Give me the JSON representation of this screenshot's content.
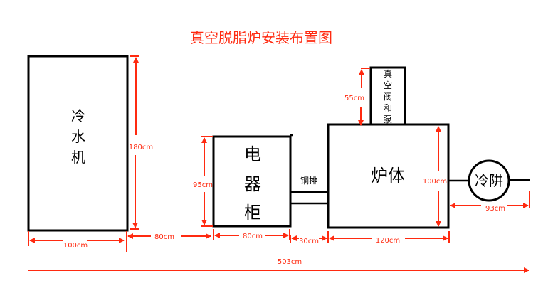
{
  "title": "真空脱脂炉安装布置图",
  "components": {
    "chiller": [
      "冷",
      "水",
      "机"
    ],
    "cabinet": [
      "电",
      "器",
      "柜"
    ],
    "furnace": "炉体",
    "vacuum": [
      "真",
      "空",
      "阀",
      "和",
      "泵"
    ],
    "copper_bar": "铜排",
    "cold_trap": "冷阱"
  },
  "dimensions": {
    "chiller_height": "180cm",
    "chiller_width": "100cm",
    "gap_chiller_cabinet": "80cm",
    "cabinet_height": "95cm",
    "cabinet_width": "80cm",
    "gap_cabinet_furnace": "30cm",
    "furnace_width": "120cm",
    "furnace_height": "100cm",
    "vacuum_height": "55cm",
    "cold_trap_length": "93cm",
    "total_length": "503cm"
  },
  "colors": {
    "dimension": "#ff2a10",
    "outline": "#000000"
  }
}
